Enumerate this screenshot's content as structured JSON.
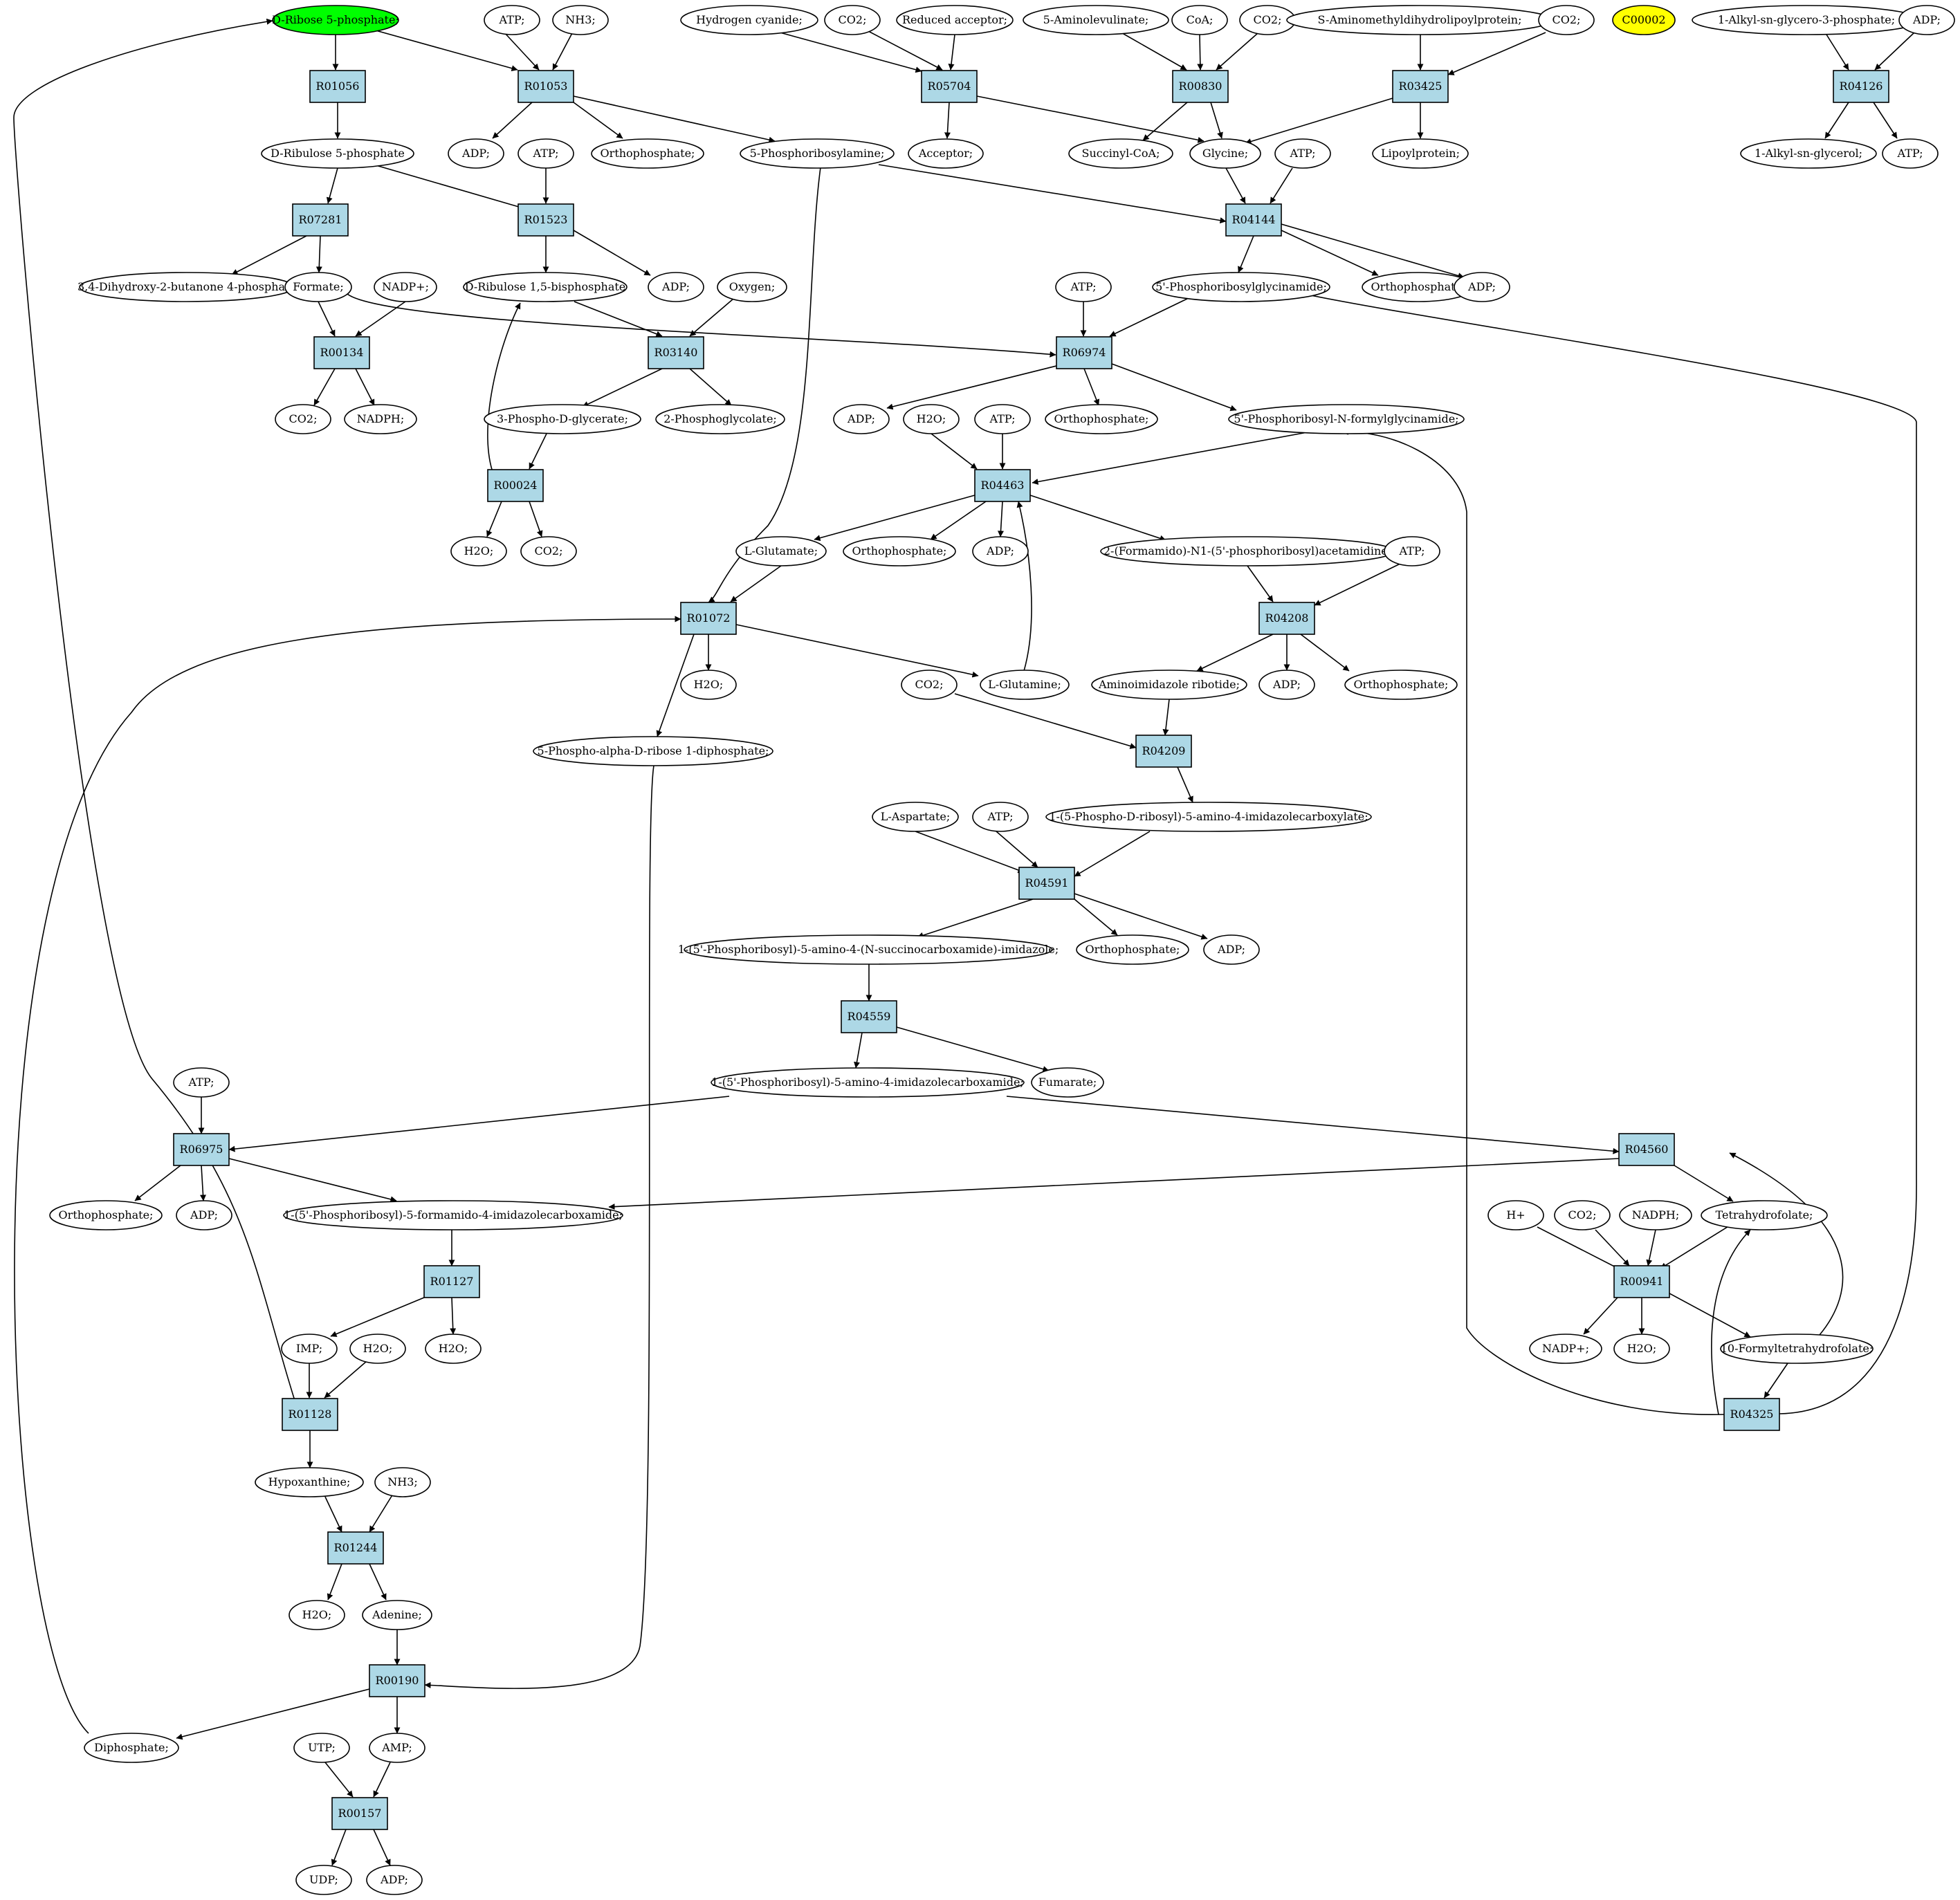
{
  "colors": {
    "reaction_fill": "#add8e6",
    "compound_fill": "#ffffff",
    "start_fill": "#00ff00",
    "highlight_fill": "#ffff00",
    "stroke": "#000000"
  },
  "nodes": [
    {
      "id": "c_r5p",
      "label": "D-Ribose 5-phosphate;",
      "kind": "start"
    },
    {
      "id": "c_atp1",
      "label": "ATP;",
      "kind": "compound"
    },
    {
      "id": "c_nh3_1",
      "label": "NH3;",
      "kind": "compound"
    },
    {
      "id": "c_hcn",
      "label": "Hydrogen cyanide;",
      "kind": "compound"
    },
    {
      "id": "c_co2_1",
      "label": "CO2;",
      "kind": "compound"
    },
    {
      "id": "c_redacc",
      "label": "Reduced acceptor;",
      "kind": "compound"
    },
    {
      "id": "c_ala",
      "label": "5-Aminolevulinate;",
      "kind": "compound"
    },
    {
      "id": "c_coa",
      "label": "CoA;",
      "kind": "compound"
    },
    {
      "id": "c_co2_2",
      "label": "CO2;",
      "kind": "compound"
    },
    {
      "id": "c_samdl",
      "label": "S-Aminomethyldihydrolipoylprotein;",
      "kind": "compound"
    },
    {
      "id": "c_co2_3",
      "label": "CO2;",
      "kind": "compound"
    },
    {
      "id": "c_c00002",
      "label": "C00002",
      "kind": "highlight"
    },
    {
      "id": "c_alkylg3p",
      "label": "1-Alkyl-sn-glycero-3-phosphate;",
      "kind": "compound"
    },
    {
      "id": "c_adp_top",
      "label": "ADP;",
      "kind": "compound"
    },
    {
      "id": "r_R01056",
      "label": "R01056",
      "kind": "reaction"
    },
    {
      "id": "r_R01053",
      "label": "R01053",
      "kind": "reaction"
    },
    {
      "id": "r_R05704",
      "label": "R05704",
      "kind": "reaction"
    },
    {
      "id": "r_R00830",
      "label": "R00830",
      "kind": "reaction"
    },
    {
      "id": "r_R03425",
      "label": "R03425",
      "kind": "reaction"
    },
    {
      "id": "r_R04126",
      "label": "R04126",
      "kind": "reaction"
    },
    {
      "id": "c_ru5p",
      "label": "D-Ribulose 5-phosphate",
      "kind": "compound"
    },
    {
      "id": "c_adp1",
      "label": "ADP;",
      "kind": "compound"
    },
    {
      "id": "c_atp2",
      "label": "ATP;",
      "kind": "compound"
    },
    {
      "id": "c_pi1",
      "label": "Orthophosphate;",
      "kind": "compound"
    },
    {
      "id": "c_prpa",
      "label": "5-Phosphoribosylamine;",
      "kind": "compound"
    },
    {
      "id": "c_acceptor",
      "label": "Acceptor;",
      "kind": "compound"
    },
    {
      "id": "c_succoa",
      "label": "Succinyl-CoA;",
      "kind": "compound"
    },
    {
      "id": "c_gly",
      "label": "Glycine;",
      "kind": "compound"
    },
    {
      "id": "c_atp3",
      "label": "ATP;",
      "kind": "compound"
    },
    {
      "id": "c_lipoyl",
      "label": "Lipoylprotein;",
      "kind": "compound"
    },
    {
      "id": "c_alkylg",
      "label": "1-Alkyl-sn-glycerol;",
      "kind": "compound"
    },
    {
      "id": "c_atp_top",
      "label": "ATP;",
      "kind": "compound"
    },
    {
      "id": "r_R07281",
      "label": "R07281",
      "kind": "reaction"
    },
    {
      "id": "r_R01523",
      "label": "R01523",
      "kind": "reaction"
    },
    {
      "id": "r_R04144",
      "label": "R04144",
      "kind": "reaction"
    },
    {
      "id": "c_dhbp",
      "label": "3,4-Dihydroxy-2-butanone 4-phosphate",
      "kind": "compound"
    },
    {
      "id": "c_formate",
      "label": "Formate;",
      "kind": "compound"
    },
    {
      "id": "c_nadp1",
      "label": "NADP+;",
      "kind": "compound"
    },
    {
      "id": "c_rubp",
      "label": "D-Ribulose 1,5-bisphosphate",
      "kind": "compound"
    },
    {
      "id": "c_adp2",
      "label": "ADP;",
      "kind": "compound"
    },
    {
      "id": "c_oxygen",
      "label": "Oxygen;",
      "kind": "compound"
    },
    {
      "id": "c_gar",
      "label": "5'-Phosphoribosylglycinamide;",
      "kind": "compound"
    },
    {
      "id": "c_pi2",
      "label": "Orthophosphate;",
      "kind": "compound"
    },
    {
      "id": "c_adp3",
      "label": "ADP;",
      "kind": "compound"
    },
    {
      "id": "c_atp4",
      "label": "ATP;",
      "kind": "compound"
    },
    {
      "id": "r_R00134",
      "label": "R00134",
      "kind": "reaction"
    },
    {
      "id": "r_R03140",
      "label": "R03140",
      "kind": "reaction"
    },
    {
      "id": "r_R06974",
      "label": "R06974",
      "kind": "reaction"
    },
    {
      "id": "c_co2_4",
      "label": "CO2;",
      "kind": "compound"
    },
    {
      "id": "c_nadph1",
      "label": "NADPH;",
      "kind": "compound"
    },
    {
      "id": "c_3pg",
      "label": "3-Phospho-D-glycerate;",
      "kind": "compound"
    },
    {
      "id": "c_2pglyc",
      "label": "2-Phosphoglycolate;",
      "kind": "compound"
    },
    {
      "id": "c_adp4",
      "label": "ADP;",
      "kind": "compound"
    },
    {
      "id": "c_h2o1",
      "label": "H2O;",
      "kind": "compound"
    },
    {
      "id": "c_atp5",
      "label": "ATP;",
      "kind": "compound"
    },
    {
      "id": "c_pi3",
      "label": "Orthophosphate;",
      "kind": "compound"
    },
    {
      "id": "c_fgar",
      "label": "5'-Phosphoribosyl-N-formylglycinamide;",
      "kind": "compound"
    },
    {
      "id": "r_R00024",
      "label": "R00024",
      "kind": "reaction"
    },
    {
      "id": "r_R04463",
      "label": "R04463",
      "kind": "reaction"
    },
    {
      "id": "c_h2o2",
      "label": "H2O;",
      "kind": "compound"
    },
    {
      "id": "c_co2_5",
      "label": "CO2;",
      "kind": "compound"
    },
    {
      "id": "c_glu",
      "label": "L-Glutamate;",
      "kind": "compound"
    },
    {
      "id": "c_pi4",
      "label": "Orthophosphate;",
      "kind": "compound"
    },
    {
      "id": "c_adp5",
      "label": "ADP;",
      "kind": "compound"
    },
    {
      "id": "c_fgam",
      "label": "2-(Formamido)-N1-(5'-phosphoribosyl)acetamidine;",
      "kind": "compound"
    },
    {
      "id": "c_atp6",
      "label": "ATP;",
      "kind": "compound"
    },
    {
      "id": "r_R01072",
      "label": "R01072",
      "kind": "reaction"
    },
    {
      "id": "r_R04208",
      "label": "R04208",
      "kind": "reaction"
    },
    {
      "id": "c_h2o3",
      "label": "H2O;",
      "kind": "compound"
    },
    {
      "id": "c_co2_6",
      "label": "CO2;",
      "kind": "compound"
    },
    {
      "id": "c_gln",
      "label": "L-Glutamine;",
      "kind": "compound"
    },
    {
      "id": "c_air",
      "label": "Aminoimidazole ribotide;",
      "kind": "compound"
    },
    {
      "id": "c_adp6",
      "label": "ADP;",
      "kind": "compound"
    },
    {
      "id": "c_pi5",
      "label": "Orthophosphate;",
      "kind": "compound"
    },
    {
      "id": "c_prpp",
      "label": "5-Phospho-alpha-D-ribose 1-diphosphate;",
      "kind": "compound"
    },
    {
      "id": "r_R04209",
      "label": "R04209",
      "kind": "reaction"
    },
    {
      "id": "c_asp",
      "label": "L-Aspartate;",
      "kind": "compound"
    },
    {
      "id": "c_atp7",
      "label": "ATP;",
      "kind": "compound"
    },
    {
      "id": "c_cair",
      "label": "1-(5-Phospho-D-ribosyl)-5-amino-4-imidazolecarboxylate;",
      "kind": "compound"
    },
    {
      "id": "r_R04591",
      "label": "R04591",
      "kind": "reaction"
    },
    {
      "id": "c_saicar",
      "label": "1-(5'-Phosphoribosyl)-5-amino-4-(N-succinocarboxamide)-imidazole;",
      "kind": "compound"
    },
    {
      "id": "c_pi6",
      "label": "Orthophosphate;",
      "kind": "compound"
    },
    {
      "id": "c_adp7",
      "label": "ADP;",
      "kind": "compound"
    },
    {
      "id": "r_R04559",
      "label": "R04559",
      "kind": "reaction"
    },
    {
      "id": "c_atp8",
      "label": "ATP;",
      "kind": "compound"
    },
    {
      "id": "c_aicar",
      "label": "1-(5'-Phosphoribosyl)-5-amino-4-imidazolecarboxamide;",
      "kind": "compound"
    },
    {
      "id": "c_fumarate",
      "label": "Fumarate;",
      "kind": "compound"
    },
    {
      "id": "r_R06975",
      "label": "R06975",
      "kind": "reaction"
    },
    {
      "id": "r_R04560",
      "label": "R04560",
      "kind": "reaction"
    },
    {
      "id": "c_pi7",
      "label": "Orthophosphate;",
      "kind": "compound"
    },
    {
      "id": "c_adp8",
      "label": "ADP;",
      "kind": "compound"
    },
    {
      "id": "c_faicar",
      "label": "1-(5'-Phosphoribosyl)-5-formamido-4-imidazolecarboxamide;",
      "kind": "compound"
    },
    {
      "id": "c_hplus",
      "label": "H+",
      "kind": "compound"
    },
    {
      "id": "c_co2_7",
      "label": "CO2;",
      "kind": "compound"
    },
    {
      "id": "c_nadph2",
      "label": "NADPH;",
      "kind": "compound"
    },
    {
      "id": "c_thf",
      "label": "Tetrahydrofolate;",
      "kind": "compound"
    },
    {
      "id": "r_R01127",
      "label": "R01127",
      "kind": "reaction"
    },
    {
      "id": "r_R00941",
      "label": "R00941",
      "kind": "reaction"
    },
    {
      "id": "c_imp",
      "label": "IMP;",
      "kind": "compound"
    },
    {
      "id": "c_h2o4",
      "label": "H2O;",
      "kind": "compound"
    },
    {
      "id": "c_h2o5",
      "label": "H2O;",
      "kind": "compound"
    },
    {
      "id": "c_nadp2",
      "label": "NADP+;",
      "kind": "compound"
    },
    {
      "id": "c_h2o6",
      "label": "H2O;",
      "kind": "compound"
    },
    {
      "id": "c_10fthf",
      "label": "10-Formyltetrahydrofolate;",
      "kind": "compound"
    },
    {
      "id": "r_R01128",
      "label": "R01128",
      "kind": "reaction"
    },
    {
      "id": "r_R04325",
      "label": "R04325",
      "kind": "reaction"
    },
    {
      "id": "c_hypox",
      "label": "Hypoxanthine;",
      "kind": "compound"
    },
    {
      "id": "c_nh3_2",
      "label": "NH3;",
      "kind": "compound"
    },
    {
      "id": "r_R01244",
      "label": "R01244",
      "kind": "reaction"
    },
    {
      "id": "c_h2o7",
      "label": "H2O;",
      "kind": "compound"
    },
    {
      "id": "c_adenine",
      "label": "Adenine;",
      "kind": "compound"
    },
    {
      "id": "r_R00190",
      "label": "R00190",
      "kind": "reaction"
    },
    {
      "id": "c_ppi",
      "label": "Diphosphate;",
      "kind": "compound"
    },
    {
      "id": "c_utp",
      "label": "UTP;",
      "kind": "compound"
    },
    {
      "id": "c_amp",
      "label": "AMP;",
      "kind": "compound"
    },
    {
      "id": "r_R00157",
      "label": "R00157",
      "kind": "reaction"
    },
    {
      "id": "c_udp",
      "label": "UDP;",
      "kind": "compound"
    },
    {
      "id": "c_adp9",
      "label": "ADP;",
      "kind": "compound"
    }
  ]
}
